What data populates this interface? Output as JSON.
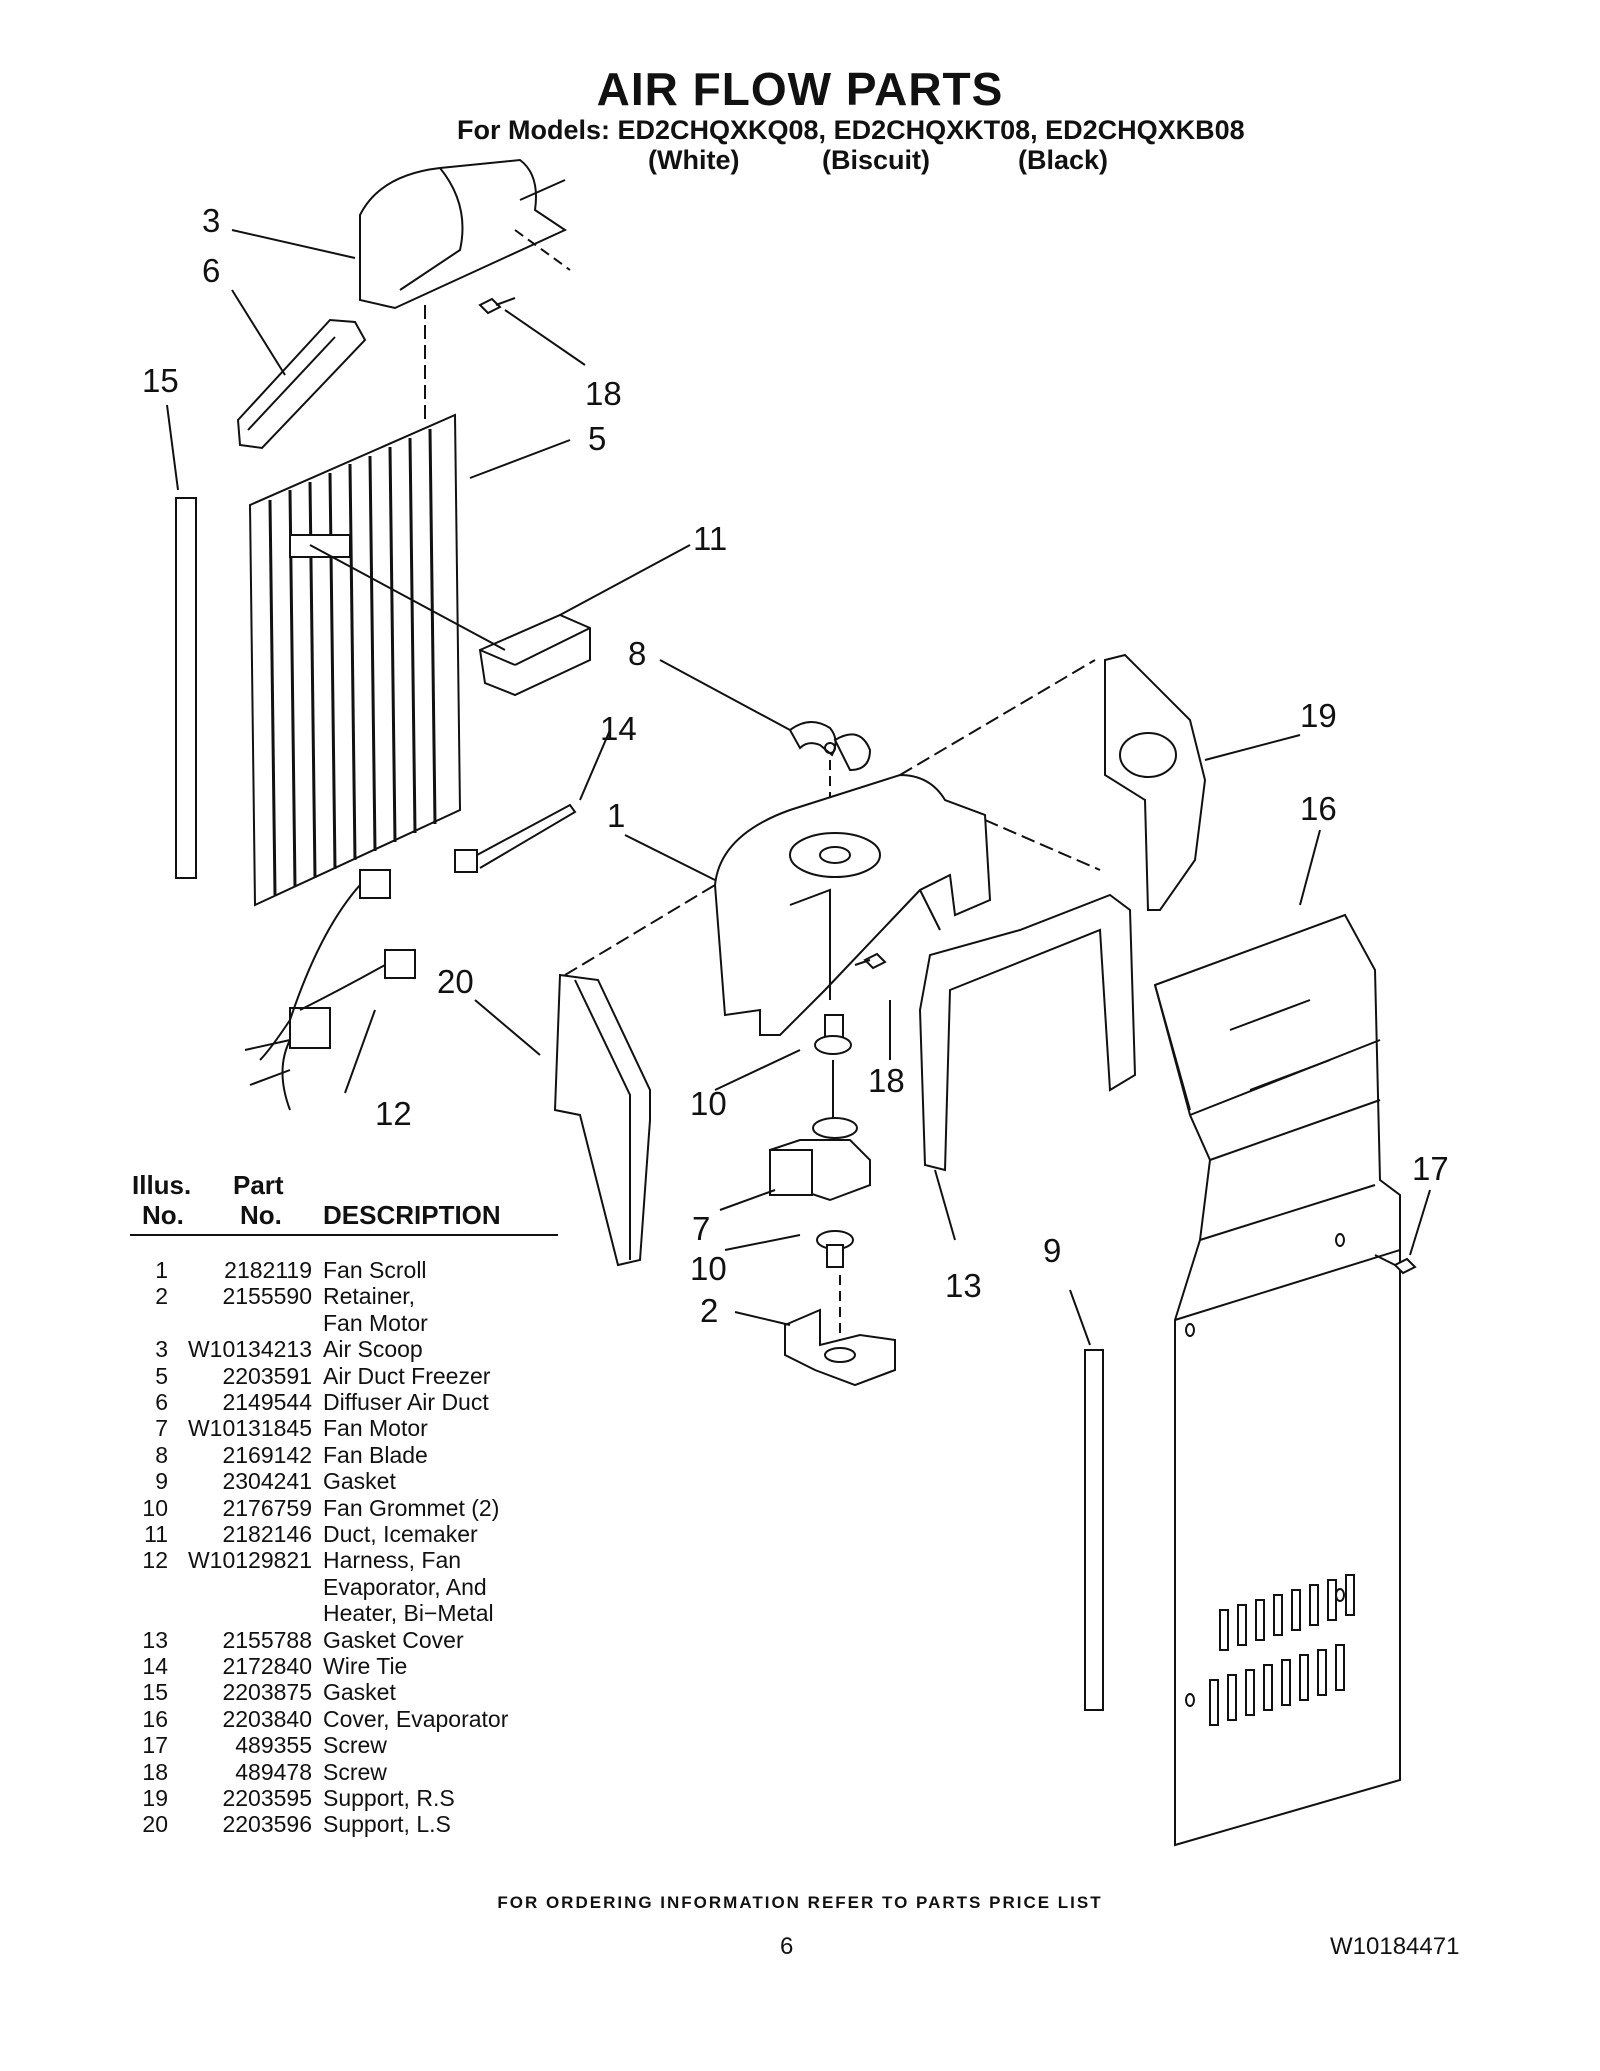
{
  "title": "AIR FLOW PARTS",
  "models_line": "For Models: ED2CHQXKQ08, ED2CHQXKT08, ED2CHQXKB08",
  "variants": [
    "(White)",
    "(Biscuit)",
    "(Black)"
  ],
  "callouts": {
    "c1": "1",
    "c2": "2",
    "c3": "3",
    "c5": "5",
    "c6": "6",
    "c7": "7",
    "c8": "8",
    "c9": "9",
    "c10a": "10",
    "c10b": "10",
    "c11": "11",
    "c12": "12",
    "c13": "13",
    "c14": "14",
    "c15": "15",
    "c16": "16",
    "c17": "17",
    "c18a": "18",
    "c18b": "18",
    "c19": "19",
    "c20": "20"
  },
  "table": {
    "header": {
      "illus_1": "Illus.",
      "illus_2": "No.",
      "part_1": "Part",
      "part_2": "No.",
      "desc": "DESCRIPTION"
    },
    "rows": [
      [
        "1",
        "2182119",
        "Fan Scroll"
      ],
      [
        "2",
        "2155590",
        "Retainer,"
      ],
      [
        "",
        "",
        "Fan Motor"
      ],
      [
        "3",
        "W10134213",
        "Air Scoop"
      ],
      [
        "5",
        "2203591",
        "Air Duct Freezer"
      ],
      [
        "6",
        "2149544",
        "Diffuser Air Duct"
      ],
      [
        "7",
        "W10131845",
        "Fan Motor"
      ],
      [
        "8",
        "2169142",
        "Fan Blade"
      ],
      [
        "9",
        "2304241",
        "Gasket"
      ],
      [
        "10",
        "2176759",
        "Fan Grommet (2)"
      ],
      [
        "11",
        "2182146",
        "Duct, Icemaker"
      ],
      [
        "12",
        "W10129821",
        "Harness, Fan"
      ],
      [
        "",
        "",
        "Evaporator, And"
      ],
      [
        "",
        "",
        "Heater, Bi−Metal"
      ],
      [
        "13",
        "2155788",
        "Gasket Cover"
      ],
      [
        "14",
        "2172840",
        "Wire Tie"
      ],
      [
        "15",
        "2203875",
        "Gasket"
      ],
      [
        "16",
        "2203840",
        "Cover, Evaporator"
      ],
      [
        "17",
        "489355",
        "Screw"
      ],
      [
        "18",
        "489478",
        "Screw"
      ],
      [
        "19",
        "2203595",
        "Support, R.S"
      ],
      [
        "20",
        "2203596",
        "Support, L.S"
      ]
    ]
  },
  "footer": "FOR ORDERING INFORMATION REFER TO PARTS PRICE LIST",
  "page_number": "6",
  "doc_number": "W10184471"
}
